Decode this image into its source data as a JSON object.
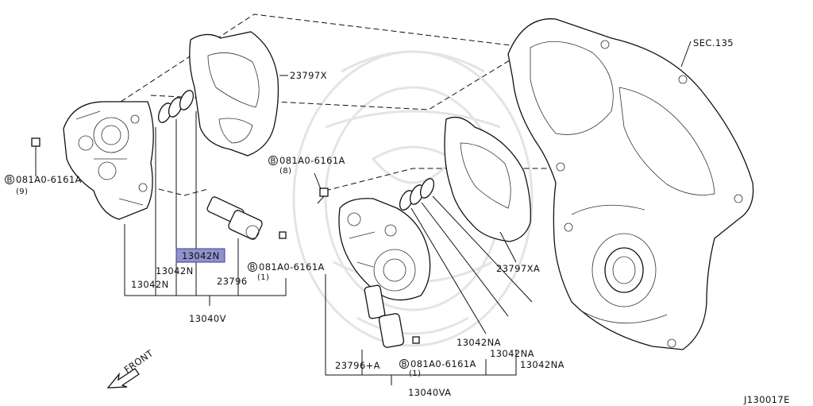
{
  "labels": {
    "sec": "SEC.135",
    "gasket_left": "23797X",
    "gasket_right": "23797XA",
    "bolt_left_code": "081A0-6161A",
    "bolt_left_qty": "(9)",
    "bolt_mid_code": "081A0-6161A",
    "bolt_mid_qty": "(8)",
    "bolt_sol_left_code": "081A0-6161A",
    "bolt_sol_left_qty": "(1)",
    "bolt_sol_right_code": "081A0-6161A",
    "bolt_sol_right_qty": "(1)",
    "bolt_symbol": "B",
    "oring_highlight": "13042N",
    "oring_a": "13042N",
    "oring_b": "13042N",
    "solenoid_left": "23796",
    "solenoid_right": "23796+A",
    "assy_left": "13040V",
    "assy_right": "13040VA",
    "oring_na_1": "13042NA",
    "oring_na_2": "13042NA",
    "oring_na_3": "13042NA",
    "front": "FRONT",
    "diagram_id": "J130017E"
  },
  "colors": {
    "highlight_fill": "#8f92cc",
    "highlight_stroke": "#3a3f8f",
    "line": "#111111",
    "watermark": "#e4e4e4"
  }
}
